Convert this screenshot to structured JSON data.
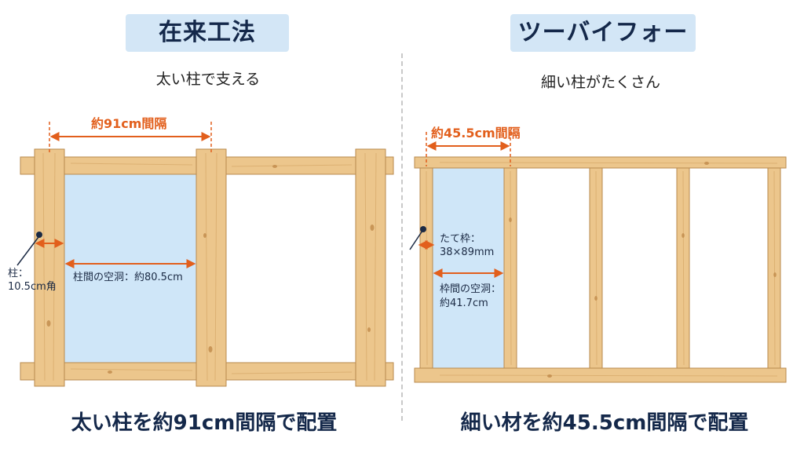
{
  "left_panel": {
    "title": "在来工法",
    "subtitle": "太い柱で支える",
    "spacing_label": "約91cm間隔",
    "post_label_line1": "柱：",
    "post_label_line2": "10.5cm角",
    "gap_label": "柱間の空洞：約80.5cm",
    "caption": "太い柱を約91cm間隔で配置"
  },
  "right_panel": {
    "title": "ツーバイフォー",
    "subtitle": "細い柱がたくさん",
    "spacing_label": "約45.5cm間隔",
    "stud_label_line1": "たて枠：",
    "stud_label_line2": "38×89mm",
    "gap_label_line1": "枠間の空洞：",
    "gap_label_line2": "約41.7cm",
    "caption": "細い材を約45.5cm間隔で配置"
  },
  "colors": {
    "wood": "#ecc68c",
    "wood_edge": "#b98a4e",
    "cavity": "#cfe6f8",
    "dimension": "#e25f1c",
    "title_bg": "#d3e6f6",
    "text_dark": "#14284a"
  }
}
